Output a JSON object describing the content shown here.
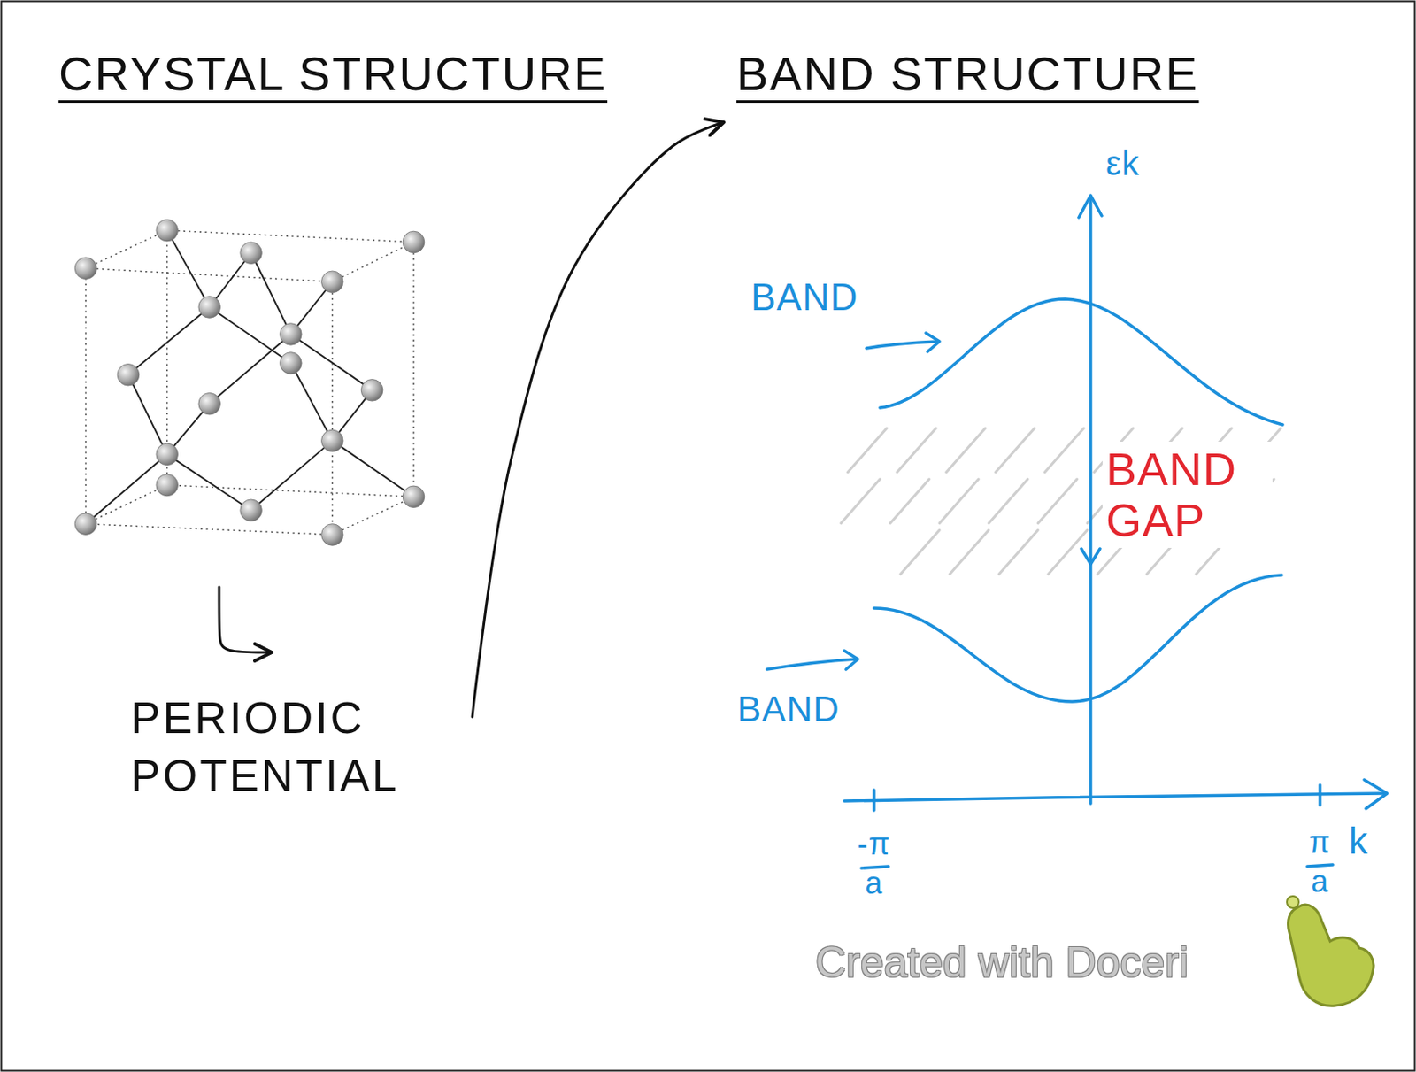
{
  "diagram": {
    "nodes": [
      {
        "text": [
          "CRYSTAL STRUCTURE"
        ]
      },
      {
        "text": [
          "PERIODIC POTENTIAL"
        ]
      },
      {
        "text": [
          "BAND STRUCTURE"
        ]
      }
    ],
    "edges": [
      {
        "from": 0,
        "to": 1,
        "arrow": "to"
      },
      {
        "from": 1,
        "to": 2,
        "arrow": "to"
      }
    ],
    "labels": [
      "BAND",
      "BAND GAP",
      "BAND",
      "εk",
      "-π",
      "a",
      "π",
      "a",
      "k",
      "Created with Doceri"
    ]
  }
}
